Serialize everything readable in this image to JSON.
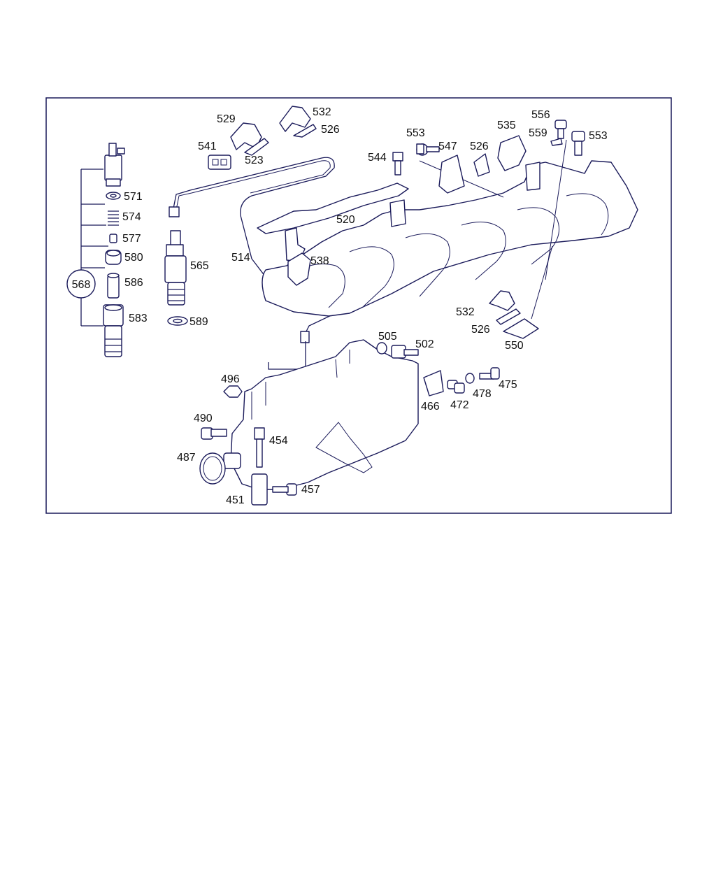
{
  "colors": {
    "line": "#1a1a5a",
    "frame": "#1a1a5a",
    "background": "#ffffff"
  },
  "callouts": {
    "c568": "568",
    "c571": "571",
    "c574": "574",
    "c577": "577",
    "c580": "580",
    "c586": "586",
    "c583": "583",
    "c565": "565",
    "c589": "589",
    "c514": "514",
    "c529": "529",
    "c532a": "532",
    "c526a": "526",
    "c541": "541",
    "c523": "523",
    "c520": "520",
    "c538": "538",
    "c544": "544",
    "c553a": "553",
    "c547": "547",
    "c526b": "526",
    "c535": "535",
    "c556": "556",
    "c559": "559",
    "c553b": "553",
    "c532b": "532",
    "c526c": "526",
    "c550": "550",
    "c505": "505",
    "c502": "502",
    "c496": "496",
    "c490": "490",
    "c454": "454",
    "c487": "487",
    "c451": "451",
    "c457": "457",
    "c466": "466",
    "c472": "472",
    "c478": "478",
    "c475": "475"
  }
}
